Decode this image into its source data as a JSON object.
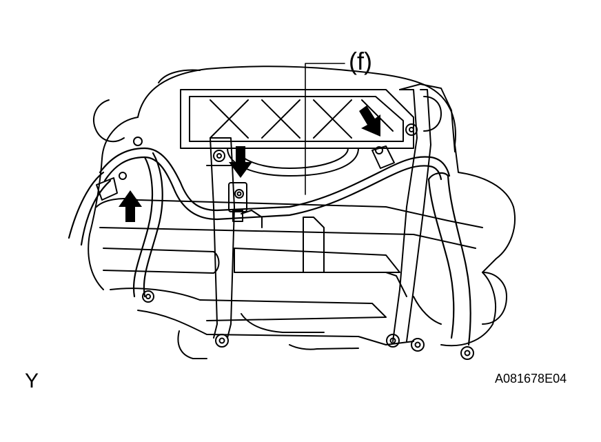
{
  "callouts": {
    "part_label": "(f)",
    "view_letter": "Y",
    "figure_code": "A081678E04"
  },
  "colors": {
    "line": "#000000",
    "background": "#ffffff"
  },
  "icons": [
    "down-arrow-icon",
    "up-arrow-icon",
    "bolt-icon",
    "clamp-icon"
  ]
}
